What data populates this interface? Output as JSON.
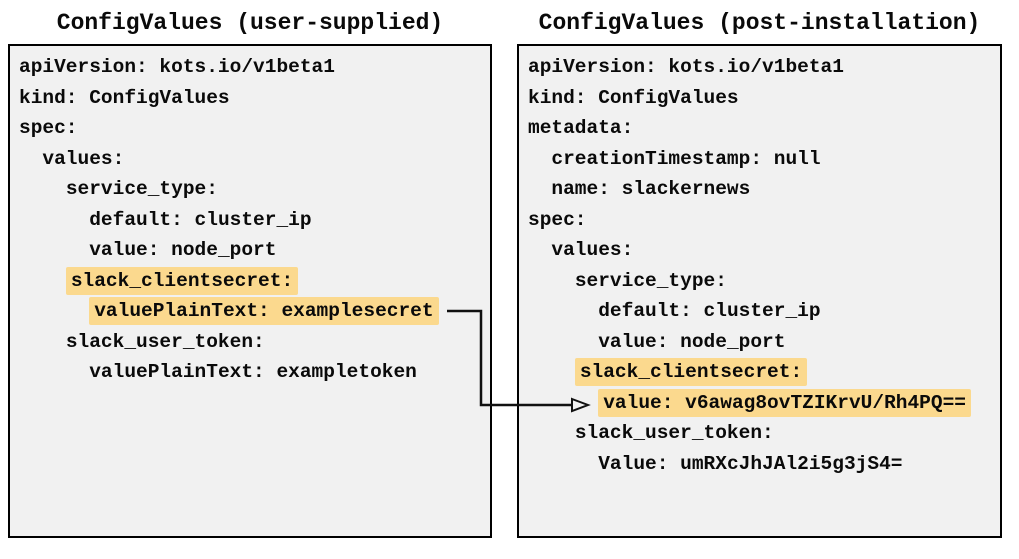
{
  "colors": {
    "page_bg": "#ffffff",
    "panel_bg": "#f1f1f1",
    "panel_border": "#000000",
    "highlight": "#fbd98e",
    "text": "#0a0a0a",
    "arrow": "#111111"
  },
  "left_panel": {
    "title": "ConfigValues (user-supplied)",
    "lines": [
      {
        "text": "apiVersion: kots.io/v1beta1",
        "indent": 0,
        "highlight": false
      },
      {
        "text": "kind: ConfigValues",
        "indent": 0,
        "highlight": false
      },
      {
        "text": "spec:",
        "indent": 0,
        "highlight": false
      },
      {
        "text": "values:",
        "indent": 2,
        "highlight": false
      },
      {
        "text": "service_type:",
        "indent": 4,
        "highlight": false
      },
      {
        "text": "default: cluster_ip",
        "indent": 6,
        "highlight": false
      },
      {
        "text": "value: node_port",
        "indent": 6,
        "highlight": false
      },
      {
        "text": "slack_clientsecret:",
        "indent": 4,
        "highlight": true
      },
      {
        "text": "valuePlainText: examplesecret",
        "indent": 6,
        "highlight": true
      },
      {
        "text": "slack_user_token:",
        "indent": 4,
        "highlight": false
      },
      {
        "text": "valuePlainText: exampletoken",
        "indent": 6,
        "highlight": false
      }
    ]
  },
  "right_panel": {
    "title": "ConfigValues (post-installation)",
    "lines": [
      {
        "text": "apiVersion: kots.io/v1beta1",
        "indent": 0,
        "highlight": false
      },
      {
        "text": "kind: ConfigValues",
        "indent": 0,
        "highlight": false
      },
      {
        "text": "metadata:",
        "indent": 0,
        "highlight": false
      },
      {
        "text": "creationTimestamp: null",
        "indent": 2,
        "highlight": false
      },
      {
        "text": "name: slackernews",
        "indent": 2,
        "highlight": false
      },
      {
        "text": "spec:",
        "indent": 0,
        "highlight": false
      },
      {
        "text": "values:",
        "indent": 2,
        "highlight": false
      },
      {
        "text": "service_type:",
        "indent": 4,
        "highlight": false
      },
      {
        "text": "default: cluster_ip",
        "indent": 6,
        "highlight": false
      },
      {
        "text": "value: node_port",
        "indent": 6,
        "highlight": false
      },
      {
        "text": "slack_clientsecret:",
        "indent": 4,
        "highlight": true
      },
      {
        "text": "value: v6awag8ovTZIKrvU/Rh4PQ==",
        "indent": 6,
        "highlight": true
      },
      {
        "text": "slack_user_token:",
        "indent": 4,
        "highlight": false
      },
      {
        "text": "Value: umRXcJhJAl2i5g3jS4=",
        "indent": 6,
        "highlight": false
      }
    ]
  },
  "connector": {
    "from_text": "valuePlainText: examplesecret",
    "to_text": "value: v6awag8ovTZIKrvU/Rh4PQ=="
  }
}
